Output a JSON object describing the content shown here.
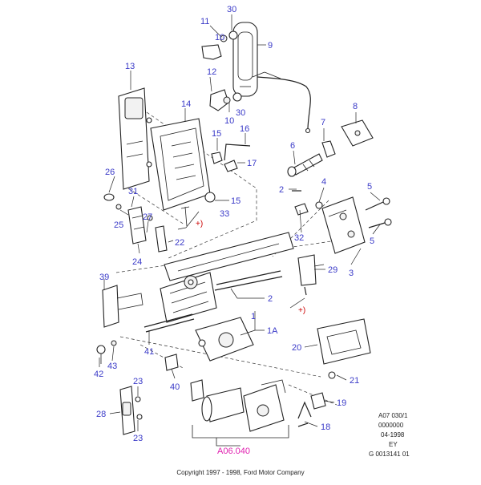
{
  "callouts": {
    "c1": "1",
    "c1a": "1A",
    "c2a": "2",
    "c2b": "2",
    "c3": "3",
    "c4": "4",
    "c5a": "5",
    "c5b": "5",
    "c6": "6",
    "c7": "7",
    "c8": "8",
    "c9": "9",
    "c10a": "10",
    "c10b": "10",
    "c11": "11",
    "c12": "12",
    "c13": "13",
    "c14": "14",
    "c15a": "15",
    "c15b": "15",
    "c16": "16",
    "c17": "17",
    "c18": "18",
    "c19": "19",
    "c20": "20",
    "c21": "21",
    "c22": "22",
    "c23a": "23",
    "c23b": "23",
    "c24": "24",
    "c25": "25",
    "c26": "26",
    "c27": "27",
    "c28": "28",
    "c29": "29",
    "c30a": "30",
    "c30b": "30",
    "c31": "31",
    "c32": "32",
    "c33": "33",
    "c39": "39",
    "c40": "40",
    "c41": "41",
    "c42": "42",
    "c43": "43"
  },
  "markers": {
    "plus_a": "+)",
    "plus_b": "+)"
  },
  "group_ref": "A06.040",
  "stamp": {
    "line1": "A07 030/1",
    "line2": "0000000",
    "line3": "04-1998",
    "line4": "EY",
    "line5": "G 0013141 01"
  },
  "copyright": "Copyright 1997 - 1998, Ford Motor Company"
}
